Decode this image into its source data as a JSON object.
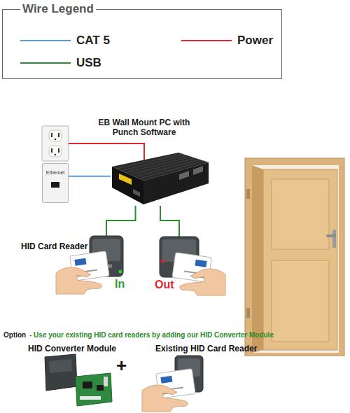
{
  "diagram": {
    "nodes": [
      {
        "text": [
          "EB Wall Mount PC with Punch Software"
        ]
      },
      {
        "text": [
          "Ethernet"
        ]
      },
      {
        "text": [
          "HID Card Reader",
          "In"
        ]
      },
      {
        "text": [
          "Out"
        ]
      }
    ],
    "edges": [
      {
        "from": 1,
        "to": 0,
        "arrow": "none"
      },
      {
        "from": 0,
        "to": 2,
        "arrow": "none"
      },
      {
        "from": 0,
        "to": 3,
        "arrow": "none"
      }
    ],
    "labels": [
      "Wire Legend",
      "Option",
      "- Use your existing HID card readers by adding our HID Converter Module",
      "HID Converter Module",
      "+",
      "Existing HID Card Reader"
    ],
    "legend": [
      {
        "text": "CAT 5",
        "color": "#5b9bd5"
      },
      {
        "text": "Power",
        "color": "#e0282e"
      },
      {
        "text": "USB",
        "color": "#2e8b2e"
      }
    ]
  }
}
